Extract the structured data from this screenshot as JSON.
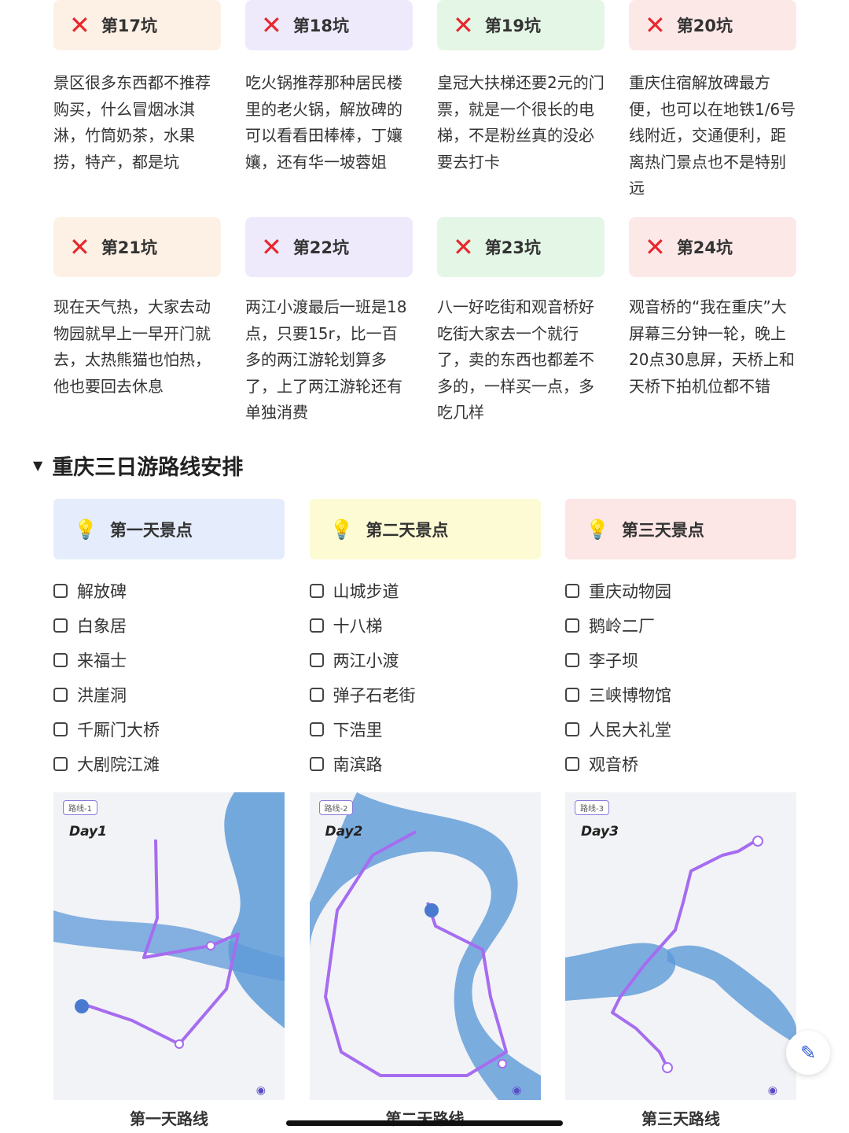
{
  "pits_row1": [
    {
      "title": "第17坑",
      "text": "景区很多东西都不推荐购买，什么冒烟冰淇淋，竹筒奶茶，水果捞，特产，都是坑",
      "color": "orange"
    },
    {
      "title": "第18坑",
      "text": "吃火锅推荐那种居民楼里的老火锅，解放碑的可以看看田棒棒，丁孃孃，还有华一坡蓉姐",
      "color": "purple"
    },
    {
      "title": "第19坑",
      "text": "皇冠大扶梯还要2元的门票，就是一个很长的电梯，不是粉丝真的没必要去打卡",
      "color": "green"
    },
    {
      "title": "第20坑",
      "text": "重庆住宿解放碑最方便，也可以在地铁1/6号线附近，交通便利，距离热门景点也不是特别远",
      "color": "pink"
    }
  ],
  "pits_row2": [
    {
      "title": "第21坑",
      "text": "现在天气热，大家去动物园就早上一早开门就去，太热熊猫也怕热，他也要回去休息",
      "color": "orange"
    },
    {
      "title": "第22坑",
      "text": "两江小渡最后一班是18点，只要15r，比一百多的两江游轮划算多了，上了两江游轮还有单独消费",
      "color": "purple"
    },
    {
      "title": "第23坑",
      "text": "八一好吃街和观音桥好吃街大家去一个就行了，卖的东西也都差不多的，一样买一点，多吃几样",
      "color": "green"
    },
    {
      "title": "第24坑",
      "text": "观音桥的“我在重庆”大屏幕三分钟一轮，晚上20点30息屏，天桥上和天桥下拍机位都不错",
      "color": "pink"
    }
  ],
  "section_title": "重庆三日游路线安排",
  "days": [
    {
      "title": "第一天景点",
      "items": [
        "解放碑",
        "白象居",
        "来福士",
        "洪崖洞",
        "千厮门大桥",
        "大剧院江滩"
      ],
      "caption": "第一天路线",
      "route_tag": "路线-1",
      "day_tag": "Day1"
    },
    {
      "title": "第二天景点",
      "items": [
        "山城步道",
        "十八梯",
        "两江小渡",
        "弹子石老街",
        "下浩里",
        "南滨路"
      ],
      "caption": "第二天路线",
      "route_tag": "路线-2",
      "day_tag": "Day2"
    },
    {
      "title": "第三天景点",
      "items": [
        "重庆动物园",
        "鹅岭二厂",
        "李子坝",
        "三峡博物馆",
        "人民大礼堂",
        "观音桥"
      ],
      "caption": "第三天路线",
      "route_tag": "路线-3",
      "day_tag": "Day3"
    }
  ],
  "icons": {
    "cross": "✕",
    "bulb": "💡",
    "edit": "✎",
    "triangle": "▼",
    "locate": "◉"
  },
  "colors": {
    "cross": "#e8262c",
    "route": "#a66cf0",
    "river": "#4a8fd0"
  }
}
